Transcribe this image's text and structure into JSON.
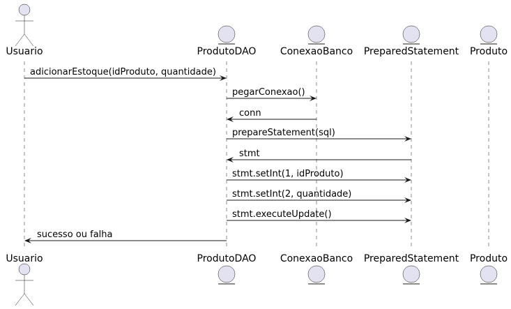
{
  "participants": [
    {
      "name": "Usuario",
      "kind": "actor"
    },
    {
      "name": "ProdutoDAO",
      "kind": "entity"
    },
    {
      "name": "ConexaoBanco",
      "kind": "entity"
    },
    {
      "name": "PreparedStatement",
      "kind": "entity"
    },
    {
      "name": "Produto",
      "kind": "entity"
    }
  ],
  "messages": [
    {
      "from": "Usuario",
      "to": "ProdutoDAO",
      "text": "adicionarEstoque(idProduto, quantidade)"
    },
    {
      "from": "ProdutoDAO",
      "to": "ConexaoBanco",
      "text": "pegarConexao()"
    },
    {
      "from": "ConexaoBanco",
      "to": "ProdutoDAO",
      "text": "conn"
    },
    {
      "from": "ProdutoDAO",
      "to": "PreparedStatement",
      "text": "prepareStatement(sql)"
    },
    {
      "from": "PreparedStatement",
      "to": "ProdutoDAO",
      "text": "stmt"
    },
    {
      "from": "ProdutoDAO",
      "to": "PreparedStatement",
      "text": "stmt.setInt(1, idProduto)"
    },
    {
      "from": "ProdutoDAO",
      "to": "PreparedStatement",
      "text": "stmt.setInt(2, quantidade)"
    },
    {
      "from": "ProdutoDAO",
      "to": "PreparedStatement",
      "text": "stmt.executeUpdate()"
    },
    {
      "from": "ProdutoDAO",
      "to": "Usuario",
      "text": "sucesso ou falha"
    }
  ],
  "colors": {
    "fill": "#E2E2F0",
    "stroke": "#181818",
    "lifeline": "#181818"
  },
  "icons": {
    "actor": "stick-figure-icon",
    "entity": "entity-icon"
  }
}
